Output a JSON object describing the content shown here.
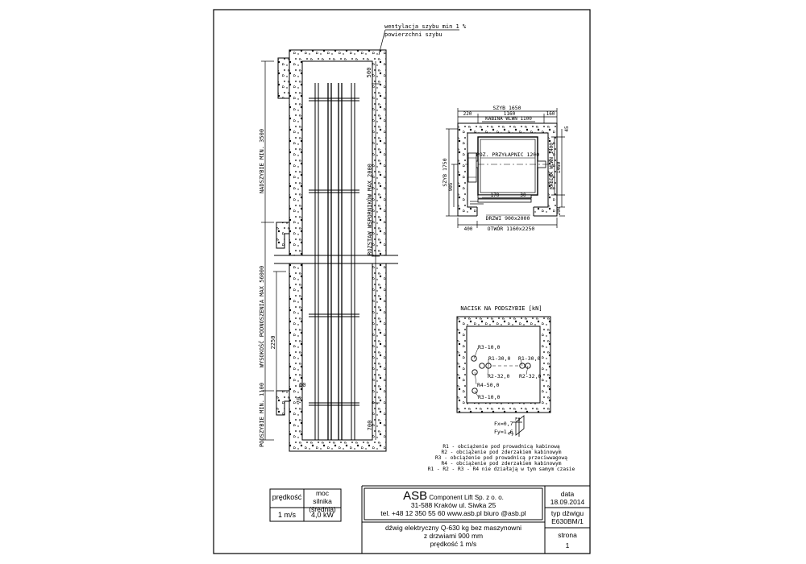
{
  "shaft_section": {
    "ventilation_note_1": "wentylacja szybu min 1 %",
    "ventilation_note_2": "powierzchni szybu",
    "dim_top": "500",
    "headroom": "NADSZYBIE MIN. 3500",
    "rail_spacing": "ROZSTAW WSPORNIKÓW MAX 2000",
    "travel_height": "WYSOKOŚĆ PODNOSZENIA MAX 56000",
    "door_height": "2250",
    "pit_depth": "PODSZYBIE MIN. 1100",
    "dim_60": "60",
    "dim_70": "70",
    "dim_700": "700"
  },
  "plan_view": {
    "shaft_width": "SZYB 1650",
    "dim_220": "220",
    "dim_1160": "1160",
    "dim_160": "160",
    "cabin_width": "KABINA WLWN 1100",
    "shaft_depth": "SZYB 1750",
    "dim_905": "905",
    "cabin_depth": "KABINA WLWN 1400",
    "dim_1460": "1460",
    "dim_45": "45",
    "dim_200": "200",
    "handrail": "POZ. PRZYŁAPNIC 1200",
    "dim_170": "170",
    "dim_30": "30",
    "door": "DRZWI 900x2000",
    "dim_400": "400",
    "opening": "OTWÓR 1160x2250"
  },
  "pit_load": {
    "title": "NACISK NA PODSZYBIE [kN]",
    "r3_top": "R3-10,0",
    "r1_left": "R1-30,0",
    "r1_right": "R1-30,0",
    "r2_left": "R2-32,0",
    "r2_right": "R2-32,0",
    "r4": "R4-50,0",
    "r3_bottom": "R3-10,0",
    "fx": "Fx=0,7",
    "fy": "Fy=1,6",
    "fx_small": "Fx",
    "fy_small": "Fy",
    "legend": [
      "R1 - obciążenie pod prowadnicą kabinową",
      "R2 - obciążenie pod zderzakiem kabinowym",
      "R3 - obciążenie pod prowadnicą przeciwwagową",
      "R4 - obciążenie pod zderzakiem kabinowym",
      "R1 - R2 - R3 - R4 nie działają w tym samym czasie"
    ]
  },
  "title_block": {
    "speed_label": "prędkość",
    "power_label": "moc silnika (średnia)",
    "speed_value": "1 m/s",
    "power_value": "4,0 kW",
    "company_asb": "ASB",
    "company_rest": " Component Lift Sp. z o. o.",
    "address": "31-588 Kraków ul. Siwka 25",
    "contact": "tel. +48 12 350 55 60 www.asb.pl biuro @asb.pl",
    "desc_1": "dźwig elektryczny Q-630 kg bez maszynowni",
    "desc_2": "z drzwiami 900 mm",
    "desc_3": "prędkość 1 m/s",
    "date_label": "data",
    "date_value": "18.09.2014",
    "type_label": "typ dźwigu",
    "type_value": "E630BM/1",
    "page_label": "strona",
    "page_value": "1"
  }
}
